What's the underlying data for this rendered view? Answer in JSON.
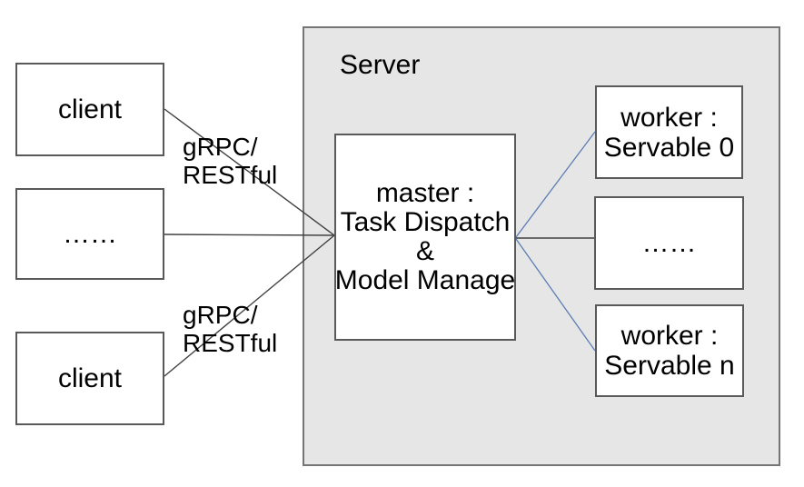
{
  "colors": {
    "text": "#000000",
    "server_fill": "#e6e6e6",
    "server_border": "#757575",
    "box_fill": "#ffffff",
    "box_border": "#595959",
    "connector_dark": "#404040",
    "connector_blue": "#5b7db4"
  },
  "clients": {
    "top": "client",
    "middle": "……",
    "bottom": "client"
  },
  "edge_labels": {
    "top": {
      "line1": "gRPC/",
      "line2": "RESTful"
    },
    "bottom": {
      "line1": "gRPC/",
      "line2": "RESTful"
    }
  },
  "server": {
    "title": "Server",
    "master": {
      "line1": "master :",
      "line2": "Task Dispatch",
      "line3": "&",
      "line4": "Model Manage"
    },
    "workers": {
      "top": {
        "line1": "worker :",
        "line2": "Servable 0"
      },
      "middle": {
        "label": "……"
      },
      "bottom": {
        "line1": "worker :",
        "line2": "Servable n"
      }
    }
  }
}
